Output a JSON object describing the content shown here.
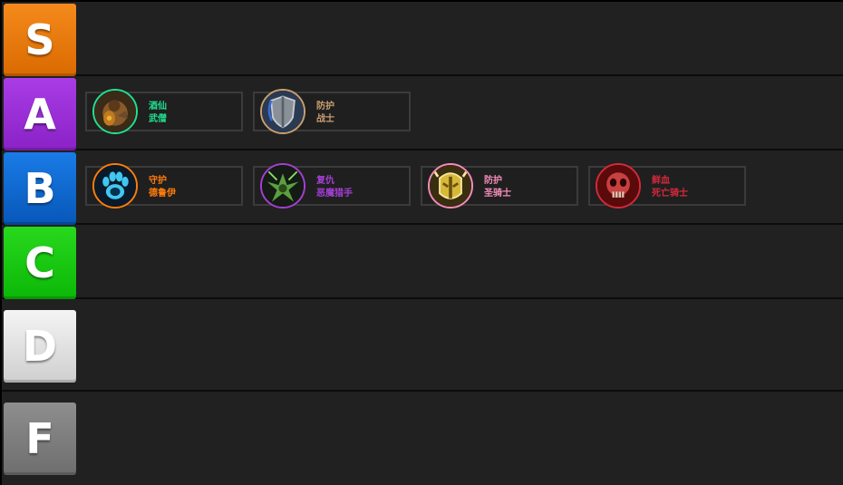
{
  "tiers": [
    {
      "label": "S",
      "color": "#f07c0c"
    },
    {
      "label": "A",
      "color": "#9a30d8"
    },
    {
      "label": "B",
      "color": "#0d6bd3"
    },
    {
      "label": "C",
      "color": "#12c80f"
    },
    {
      "label": "D",
      "color": "#e4e4e4"
    },
    {
      "label": "F",
      "color": "#7f7f7f"
    }
  ],
  "items": {
    "brewmaster": {
      "line1": "酒仙",
      "line2": "武僧",
      "color": "#20e090",
      "icon": "brewmaster-monk-icon"
    },
    "prot_warrior": {
      "line1": "防护",
      "line2": "战士",
      "color": "#c99f70",
      "icon": "protection-warrior-shield-icon"
    },
    "guardian": {
      "line1": "守护",
      "line2": "德鲁伊",
      "color": "#ff7c0a",
      "icon": "guardian-druid-paw-icon"
    },
    "vengeance": {
      "line1": "复仇",
      "line2": "恶魔猎手",
      "color": "#a43fd4",
      "icon": "vengeance-demon-hunter-icon"
    },
    "prot_paladin": {
      "line1": "防护",
      "line2": "圣骑士",
      "color": "#f48cba",
      "icon": "protection-paladin-helm-icon"
    },
    "blood_dk": {
      "line1": "鲜血",
      "line2": "死亡骑士",
      "color": "#d42a3a",
      "icon": "blood-death-knight-skull-icon"
    }
  }
}
